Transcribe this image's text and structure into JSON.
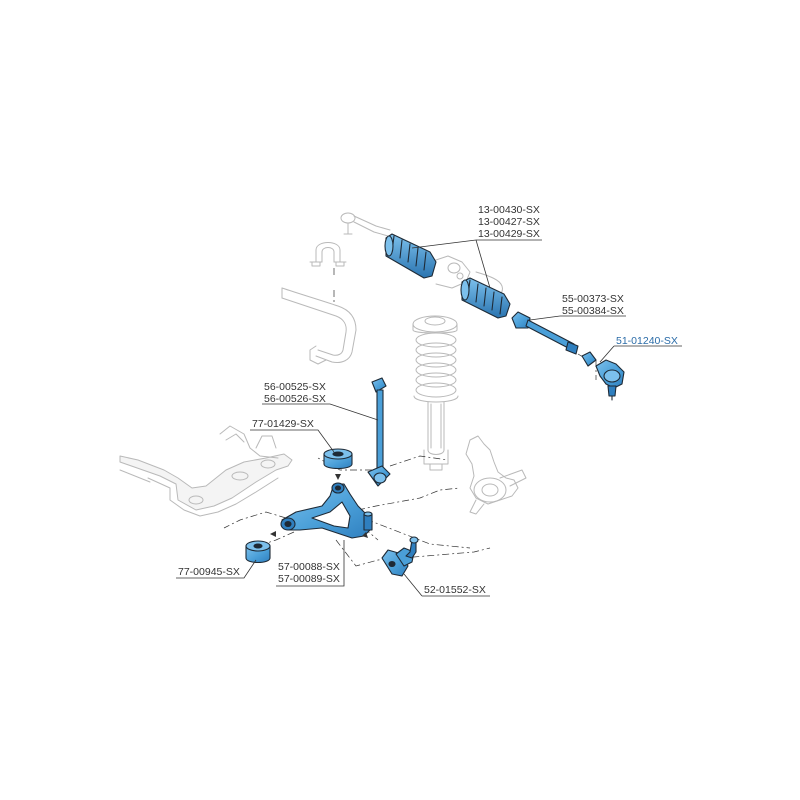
{
  "colors": {
    "part_fill": "#4a9fd8",
    "part_shade": "#2f7fbf",
    "part_light": "#7cc0ec",
    "outline": "#1e2a36",
    "ghost": "#b9b9b9",
    "label": "#333333",
    "label_highlight": "#2b6ca8"
  },
  "parts": [
    {
      "id": "rack-boots",
      "part_numbers": [
        "13-00430-SX",
        "13-00427-SX",
        "13-00429-SX"
      ]
    },
    {
      "id": "inner-tie-rod",
      "part_numbers": [
        "55-00373-SX",
        "55-00384-SX"
      ]
    },
    {
      "id": "outer-tie-rod-end",
      "part_numbers": [
        "51-01240-SX"
      ]
    },
    {
      "id": "stabilizer-link",
      "part_numbers": [
        "56-00525-SX",
        "56-00526-SX"
      ]
    },
    {
      "id": "rear-bushing",
      "part_numbers": [
        "77-01429-SX"
      ]
    },
    {
      "id": "front-bushing",
      "part_numbers": [
        "77-00945-SX"
      ]
    },
    {
      "id": "control-arm",
      "part_numbers": [
        "57-00088-SX",
        "57-00089-SX"
      ]
    },
    {
      "id": "ball-joint",
      "part_numbers": [
        "52-01552-SX"
      ]
    }
  ]
}
